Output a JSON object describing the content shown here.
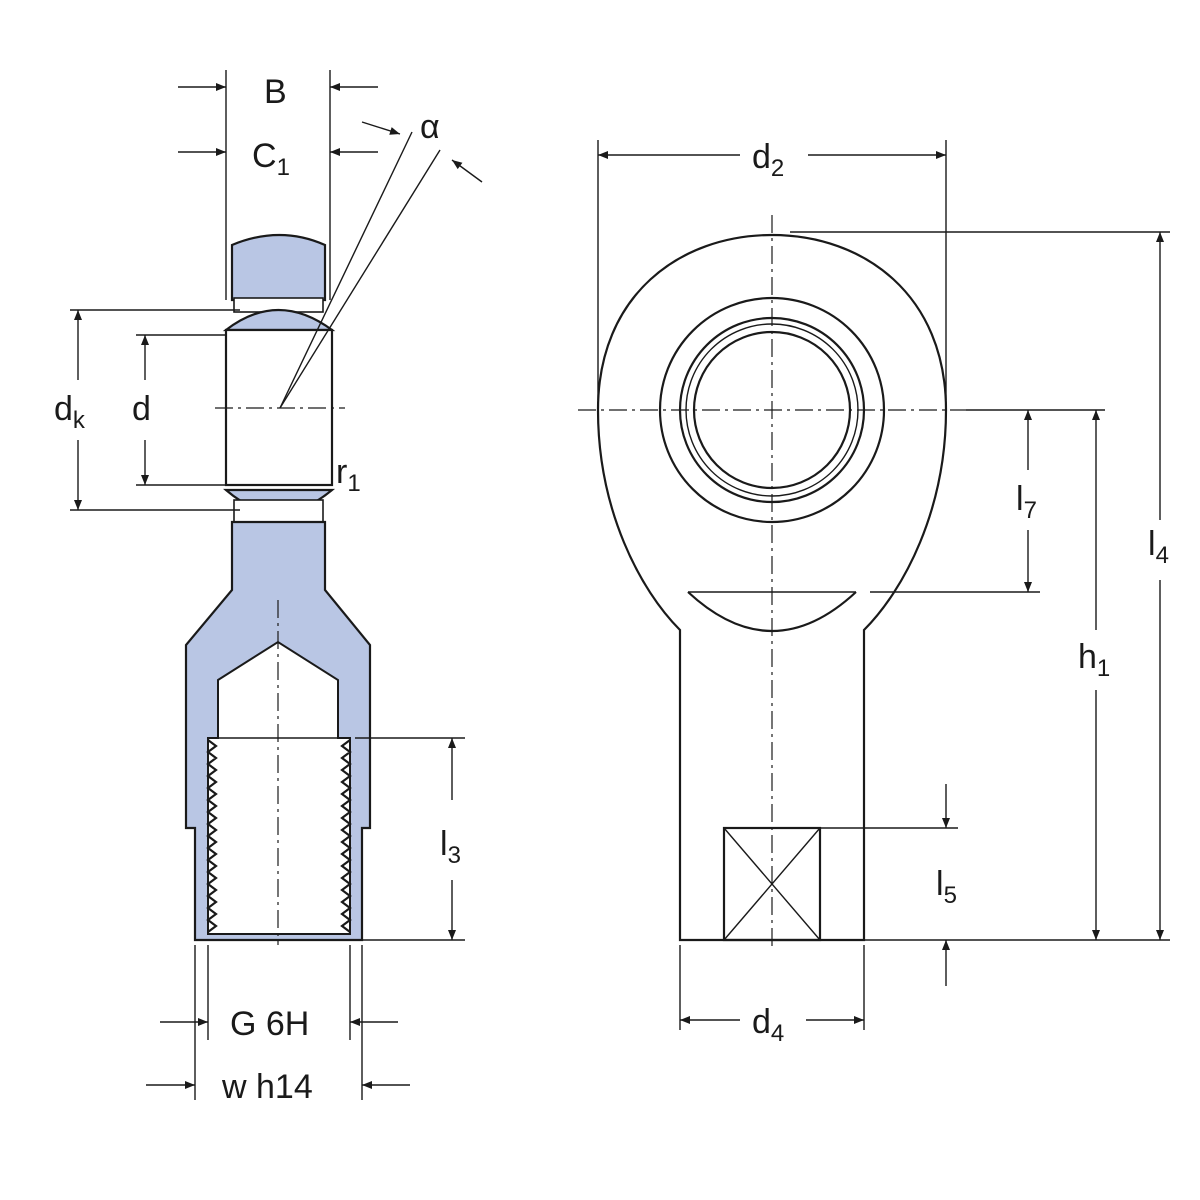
{
  "diagram": {
    "colors": {
      "fill": "#b9c6e4",
      "line": "#1a1a1a",
      "background": "#ffffff"
    },
    "side_view": {
      "labels": {
        "B": "B",
        "C_main": "C",
        "C_sub": "1",
        "alpha": "α",
        "dk_main": "d",
        "dk_sub": "k",
        "d": "d",
        "r_main": "r",
        "r_sub": "1",
        "l3_main": "l",
        "l3_sub": "3",
        "G": "G 6H",
        "w": "w h14"
      }
    },
    "front_view": {
      "labels": {
        "d2_main": "d",
        "d2_sub": "2",
        "l4_main": "l",
        "l4_sub": "4",
        "l7_main": "l",
        "l7_sub": "7",
        "h1_main": "h",
        "h1_sub": "1",
        "l5_main": "l",
        "l5_sub": "5",
        "d4_main": "d",
        "d4_sub": "4"
      }
    }
  }
}
